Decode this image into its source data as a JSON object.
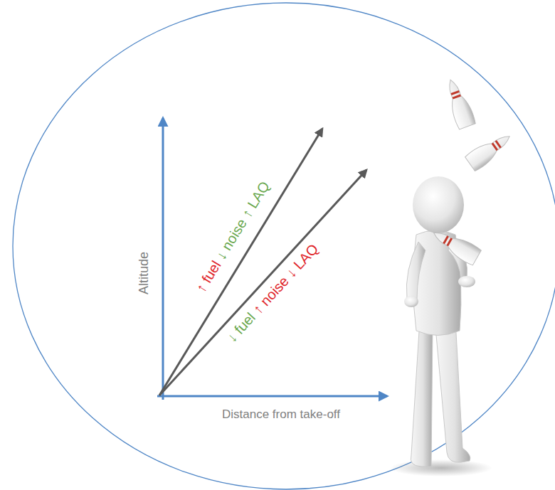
{
  "diagram": {
    "labels": [
      "Altitude",
      "Distance from take-off",
      "↑ fuel",
      "↓ noise",
      "↑ LAQ",
      "↓ fuel",
      "↑ noise",
      "↓ LAQ"
    ]
  }
}
